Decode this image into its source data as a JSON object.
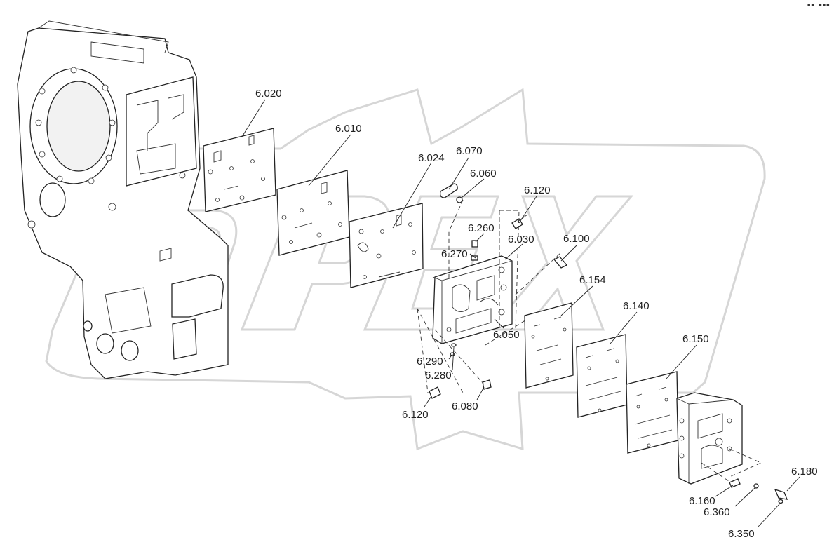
{
  "corner_mark": "▪▪ ▪▪▪",
  "part_labels": [
    "6.020",
    "6.010",
    "6.024",
    "6.070",
    "6.060",
    "6.120",
    "6.260",
    "6.030",
    "6.270",
    "6.100",
    "6.154",
    "6.140",
    "6.050",
    "6.150",
    "6.290",
    "6.280",
    "6.120",
    "6.080",
    "6.180",
    "6.160",
    "6.360",
    "6.350"
  ],
  "watermark": {
    "text": "DPEX",
    "color": "#d6d6d6"
  }
}
